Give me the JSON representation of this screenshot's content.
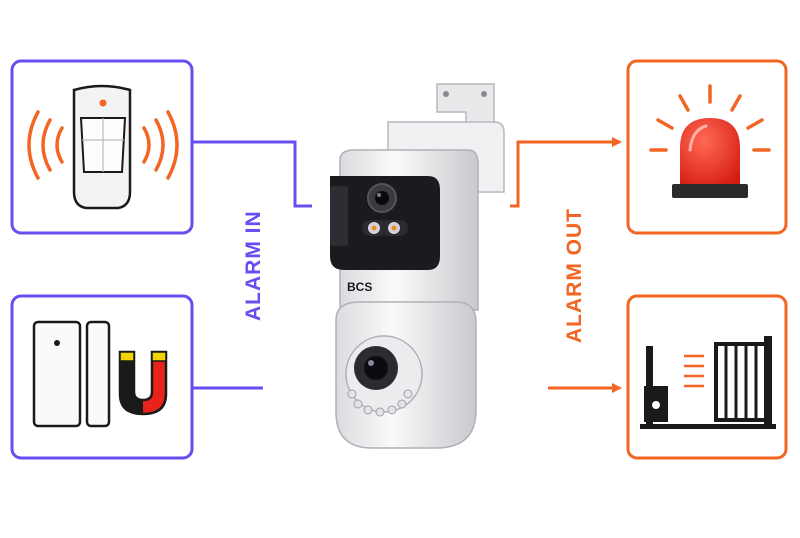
{
  "labels": {
    "alarm_in": "ALARM IN",
    "alarm_out": "ALARM OUT",
    "camera_brand": "BCS"
  },
  "colors": {
    "alarm_in": "#6a4cf0",
    "alarm_out": "#f26522",
    "beacon_red": "#ee2a1a",
    "camera_body": "#f4f4f6",
    "camera_dark": "#1b1b1f"
  },
  "inputs": [
    {
      "name": "pir-motion-sensor",
      "icon": "motion-sensor-icon"
    },
    {
      "name": "magnetic-door-contact",
      "icon": "magnet-contact-icon"
    }
  ],
  "outputs": [
    {
      "name": "warning-beacon",
      "icon": "beacon-light-icon"
    },
    {
      "name": "sliding-gate",
      "icon": "gate-icon"
    }
  ]
}
